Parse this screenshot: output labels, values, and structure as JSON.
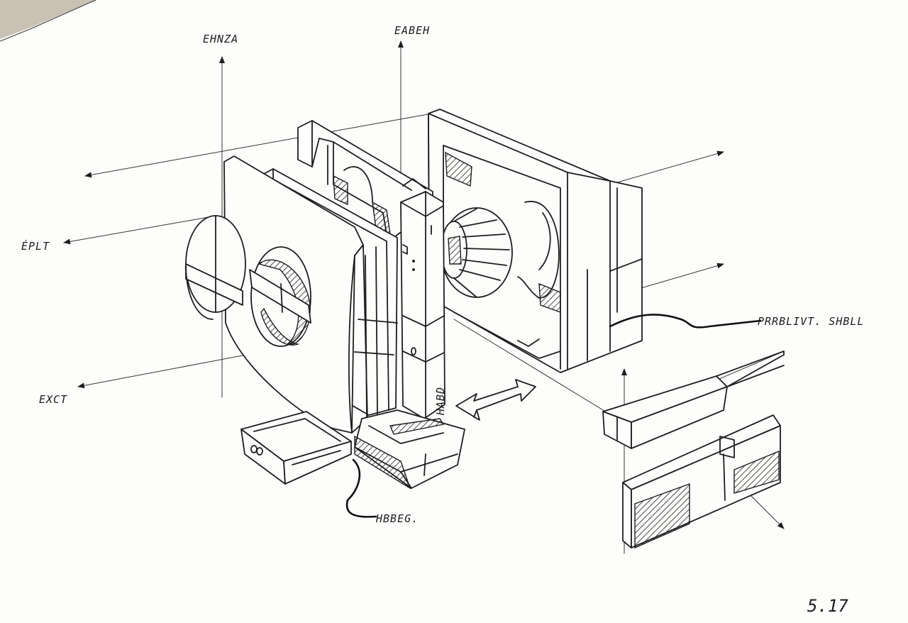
{
  "labels": {
    "top_left": "EHNZA",
    "top_center": "EABEH",
    "left_upper": "ÉPLT",
    "left_lower": "EXCT",
    "right_callout": "PRRBLIVT. SHBLL",
    "bottom_callout": "HBBEG.",
    "side_mark": "HABD"
  },
  "date": "5.17",
  "colors": {
    "ink": "#1e1e1e",
    "paper": "#fdfdfb",
    "corner_shadow": "#c9c1b4"
  }
}
